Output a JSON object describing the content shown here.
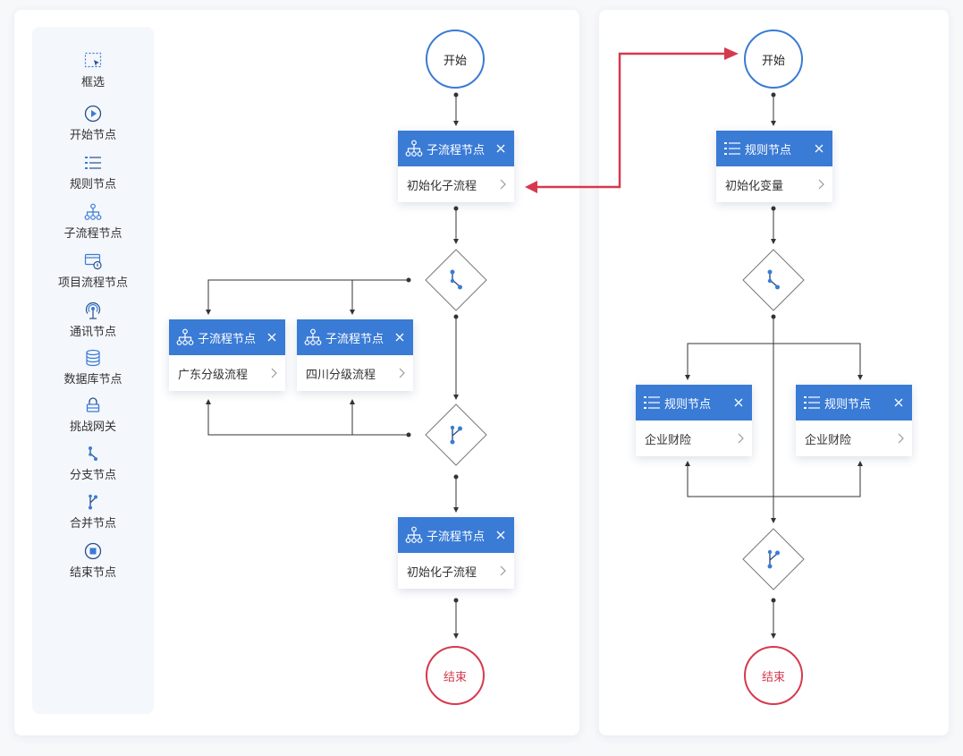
{
  "toolbar": {
    "items": [
      {
        "label": "框选",
        "icon": "box-select-icon"
      },
      {
        "label": "开始节点",
        "icon": "play-circle-icon"
      },
      {
        "label": "规则节点",
        "icon": "rule-list-icon"
      },
      {
        "label": "子流程节点",
        "icon": "subprocess-tree-icon"
      },
      {
        "label": "项目流程节点",
        "icon": "project-flow-icon"
      },
      {
        "label": "通讯节点",
        "icon": "antenna-icon"
      },
      {
        "label": "数据库节点",
        "icon": "database-icon"
      },
      {
        "label": "挑战网关",
        "icon": "gateway-lock-icon"
      },
      {
        "label": "分支节点",
        "icon": "branch-icon"
      },
      {
        "label": "合并节点",
        "icon": "merge-icon"
      },
      {
        "label": "结束节点",
        "icon": "stop-circle-icon"
      }
    ]
  },
  "flow_left": {
    "start_label": "开始",
    "end_label": "结束",
    "sub_card_1": {
      "title": "子流程节点",
      "body": "初始化子流程"
    },
    "sub_card_gd": {
      "title": "子流程节点",
      "body": "广东分级流程"
    },
    "sub_card_sc": {
      "title": "子流程节点",
      "body": "四川分级流程"
    },
    "sub_card_2": {
      "title": "子流程节点",
      "body": "初始化子流程"
    }
  },
  "flow_right": {
    "start_label": "开始",
    "end_label": "结束",
    "rule_card_1": {
      "title": "规则节点",
      "body": "初始化变量"
    },
    "rule_card_a": {
      "title": "规则节点",
      "body": "企业财险"
    },
    "rule_card_b": {
      "title": "规则节点",
      "body": "企业财险"
    }
  },
  "colors": {
    "primary": "#3a7bd5",
    "end": "#d6394d",
    "jump_arrow": "#d6394d",
    "line": "#333333"
  }
}
